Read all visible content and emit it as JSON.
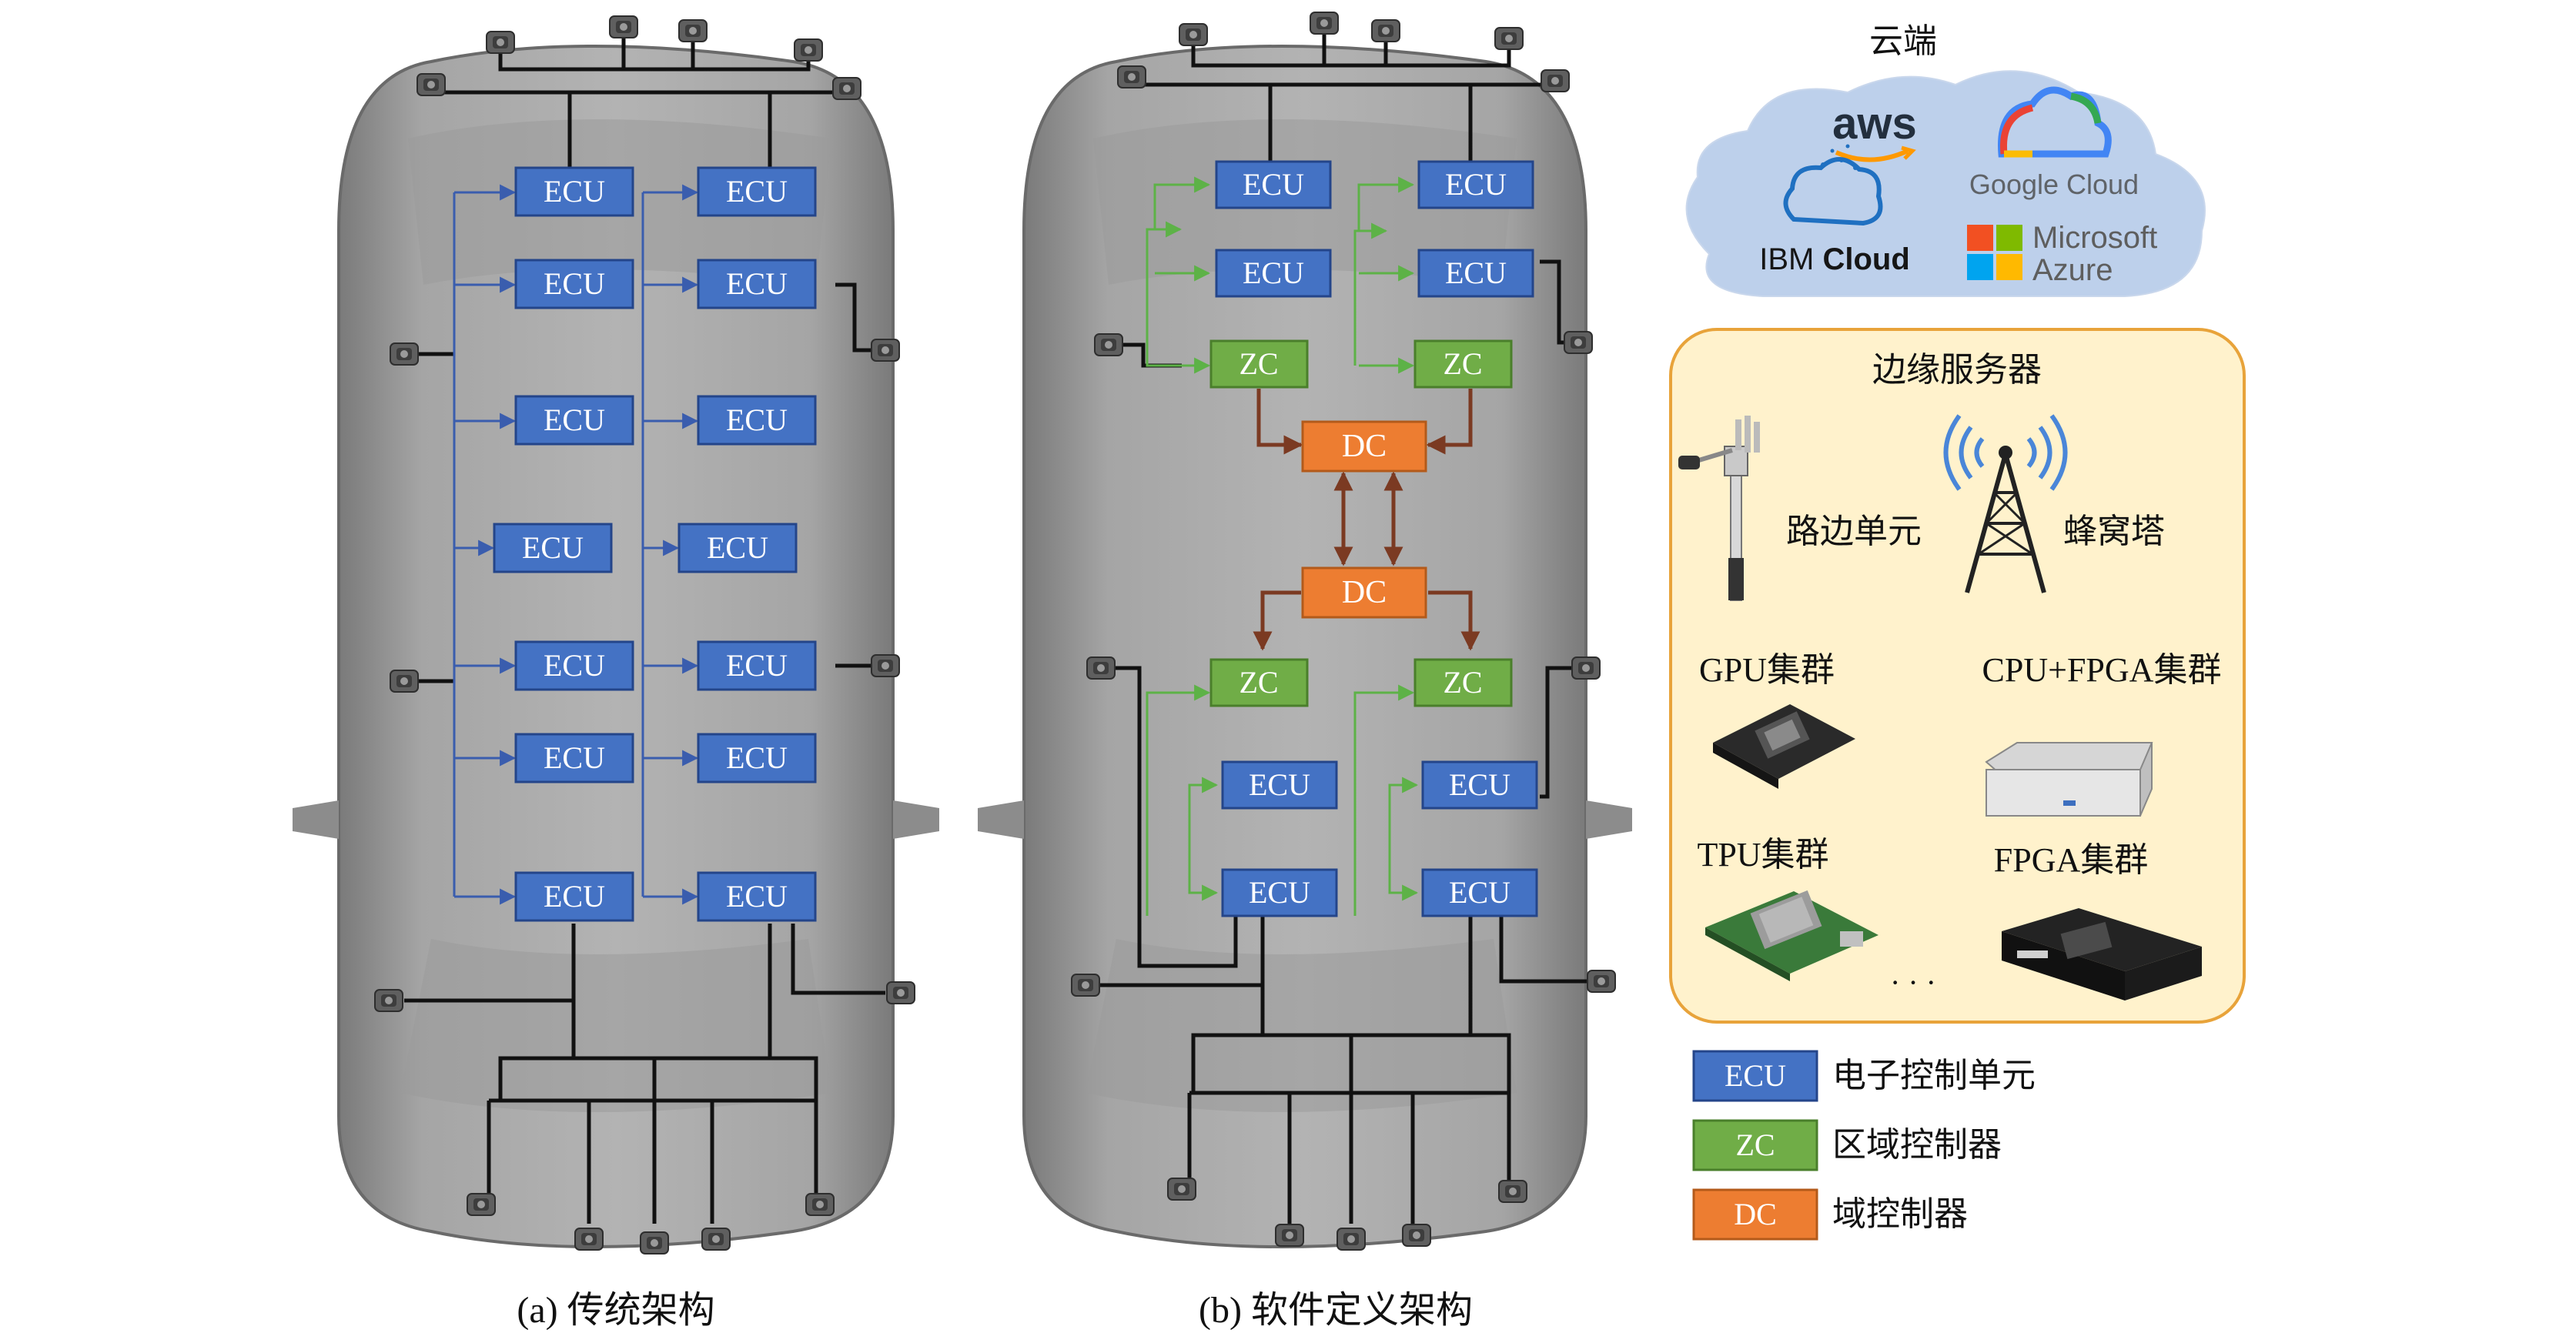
{
  "captions": {
    "a": "(a)  传统架构",
    "b": "(b)  软件定义架构"
  },
  "boxes": {
    "ecu": "ECU",
    "zc": "ZC",
    "dc": "DC"
  },
  "cloud": {
    "title": "云端",
    "providers": {
      "aws": "aws",
      "google": "Google Cloud",
      "ibm_regular": "IBM",
      "ibm_bold": "Cloud",
      "microsoft_line1": "Microsoft",
      "microsoft_line2": "Azure"
    }
  },
  "edge": {
    "title": "边缘服务器",
    "items": {
      "rsu": "路边单元",
      "tower": "蜂窝塔",
      "gpu": "GPU集群",
      "cpu_fpga": "CPU+FPGA集群",
      "tpu": "TPU集群",
      "fpga": "FPGA集群",
      "more": "· · ·"
    }
  },
  "legend": [
    {
      "code": "ECU",
      "label": "电子控制单元",
      "color": "#4472C4"
    },
    {
      "code": "ZC",
      "label": "区域控制器",
      "color": "#70AD47"
    },
    {
      "code": "DC",
      "label": "域控制器",
      "color": "#ED7D31"
    }
  ],
  "colors": {
    "ecu": "#4472C4",
    "zc": "#70AD47",
    "dc": "#ED7D31",
    "blue_line": "#3A5DAE",
    "green_line": "#5DB247",
    "brown_arrow": "#7B3A22",
    "cloud_fill": "#BDD0EB",
    "edge_fill": "#FFF2CC",
    "edge_border": "#E8A33A",
    "car_body": "#8C8C8C"
  },
  "icons": {
    "sensor": "sensor-camera-icon",
    "rsu": "roadside-unit-icon",
    "tower": "cell-tower-icon",
    "gpu": "gpu-board-icon",
    "cpu_fpga": "server-box-icon",
    "tpu": "tpu-board-icon",
    "fpga": "fpga-board-icon",
    "ibm": "ibm-cloud-icon",
    "google": "google-cloud-icon",
    "microsoft": "microsoft-logo-icon"
  }
}
